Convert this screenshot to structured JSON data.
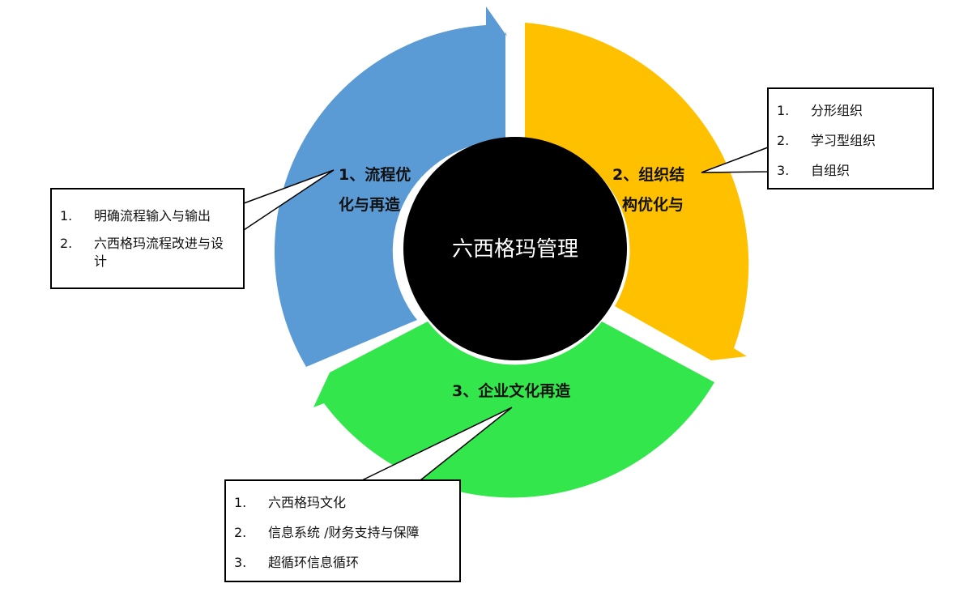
{
  "diagram": {
    "center_label": "六西格玛管理",
    "colors": {
      "center": "#000000",
      "segment_1": "#5b9bd5",
      "segment_2": "#ffc000",
      "segment_3": "#33e64c"
    },
    "segments": [
      {
        "label_lines": [
          "1、流程优",
          "化与再造"
        ]
      },
      {
        "label_lines": [
          "2、组织结",
          "构优化与"
        ]
      },
      {
        "label_lines": [
          "3、企业文化再造"
        ]
      }
    ]
  },
  "callouts": [
    {
      "items": [
        {
          "num": "1.",
          "text": "明确流程输入与输出"
        },
        {
          "num": "2.",
          "text": "六西格玛流程改进与设计"
        }
      ]
    },
    {
      "items": [
        {
          "num": "1.",
          "text": "分形组织"
        },
        {
          "num": "2.",
          "text": "学习型组织"
        },
        {
          "num": "3.",
          "text": "自组织"
        }
      ]
    },
    {
      "items": [
        {
          "num": "1.",
          "text": "六西格玛文化"
        },
        {
          "num": "2.",
          "text": "信息系统 /财务支持与保障"
        },
        {
          "num": "3.",
          "text": "超循环信息循环"
        }
      ]
    }
  ]
}
